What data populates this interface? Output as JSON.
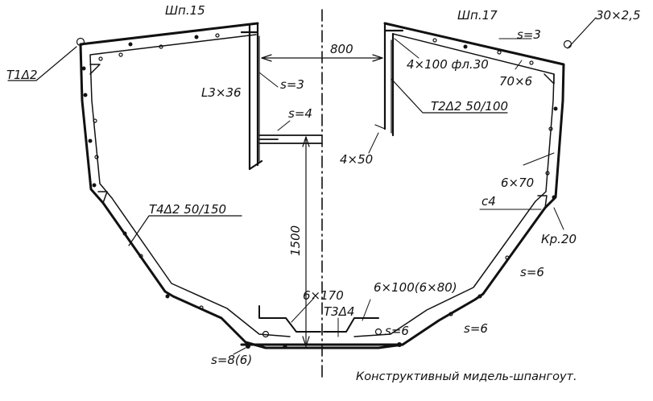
{
  "labels": {
    "frame15": "Шп.15",
    "frame17": "Шп.17",
    "t1": "Т1Δ2",
    "pipe": "30×2,5",
    "angle": "L3×36",
    "s3_left": "s=3",
    "s4": "s=4",
    "dim800": "800",
    "fl": "4×100 фл.30",
    "s3_right": "s=3",
    "r70x6": "70×6",
    "t2": "Т2Δ2 50/100",
    "r4x50": "4×50",
    "r6x70": "6×70",
    "c4": "с4",
    "t4": "Т4Δ2 50/150",
    "dim1500": "1500",
    "kr20": "Кр.20",
    "s6_a": "s=6",
    "s6_b": "s=6",
    "r6x170": "6×170",
    "r6x100": "6×100(6×80)",
    "t3": "Т3Δ4",
    "s6_keel": "s=6",
    "s8": "s=8(6)"
  },
  "caption": "Конструктивный мидель-шпангоут."
}
